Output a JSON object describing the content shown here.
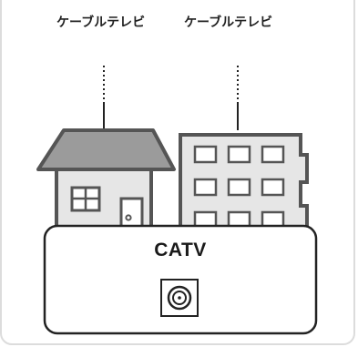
{
  "labels": {
    "house": "ケーブルテレビ",
    "apartment": "ケーブルテレビ"
  },
  "catv_box": {
    "title": "CATV",
    "port_icon": "coaxial-port-icon"
  },
  "colors": {
    "roof": "#9b9b9b",
    "building_fill": "#e6e6e6",
    "building_outline": "#555555",
    "window_fill": "#e6e6e6",
    "box_outline": "#222222",
    "frame_outline": "#dcdcdc"
  },
  "icons": [
    "house-icon",
    "apartment-building-icon",
    "coaxial-port-icon"
  ]
}
